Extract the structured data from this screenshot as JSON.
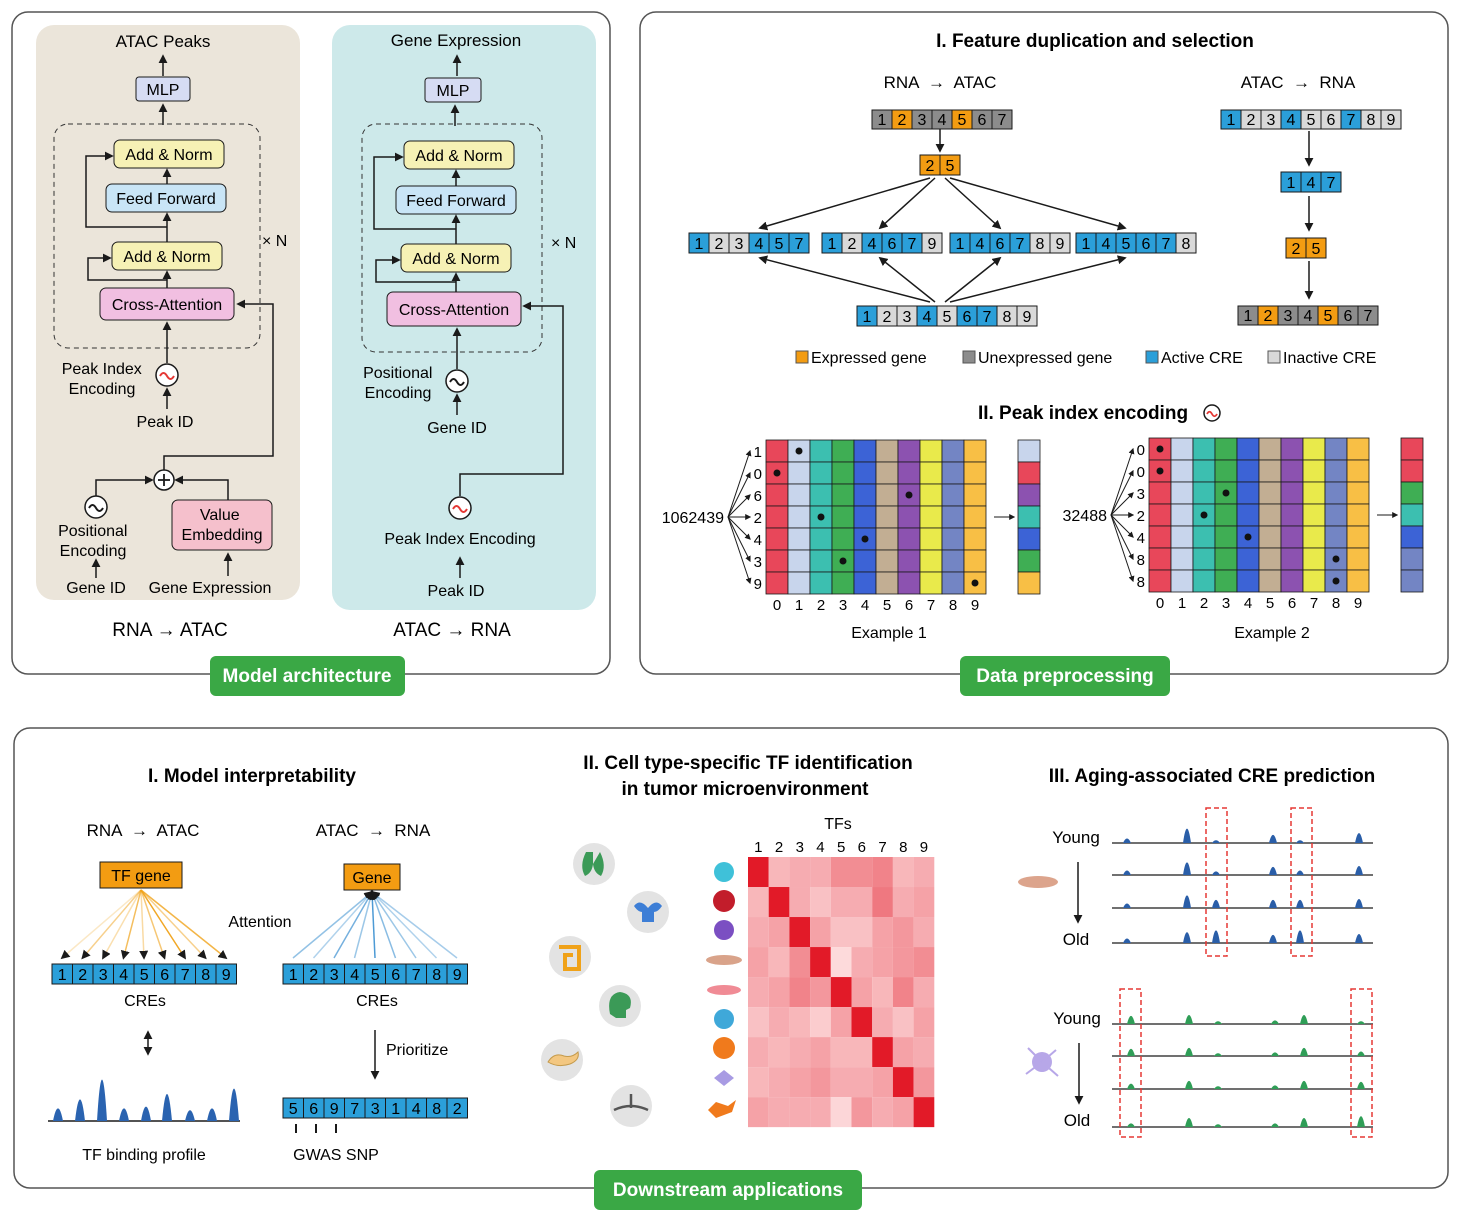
{
  "panel_architecture": {
    "label": "Model architecture",
    "rna_atac": {
      "output": "ATAC Peaks",
      "mlp": "MLP",
      "add_norm": "Add & Norm",
      "feed_forward": "Feed Forward",
      "cross_attention": "Cross-Attention",
      "times_n": "× N",
      "peak_index_encoding": "Peak Index\nEncoding",
      "peak_id": "Peak ID",
      "positional_encoding": "Positional\nEncoding",
      "value_embedding": "Value\nEmbedding",
      "gene_id": "Gene ID",
      "gene_expression": "Gene Expression",
      "caption": "RNA → ATAC"
    },
    "atac_rna": {
      "output": "Gene Expression",
      "mlp": "MLP",
      "add_norm": "Add & Norm",
      "feed_forward": "Feed Forward",
      "cross_attention": "Cross-Attention",
      "times_n": "× N",
      "positional_encoding": "Positional\nEncoding",
      "gene_id": "Gene ID",
      "peak_index_encoding": "Peak Index Encoding",
      "peak_id": "Peak ID",
      "caption": "ATAC → RNA"
    }
  },
  "panel_preprocessing": {
    "label": "Data preprocessing",
    "feature_title": "I. Feature duplication and selection",
    "rna_atac_label": "RNA  →  ATAC",
    "atac_rna_label": "ATAC  →  RNA",
    "rna_seq": [
      "1",
      "2",
      "3",
      "4",
      "5",
      "6",
      "7"
    ],
    "rna_selected": [
      "2",
      "5"
    ],
    "rna_copies": [
      [
        "1",
        "2",
        "3",
        "4",
        "5",
        "7"
      ],
      [
        "1",
        "2",
        "4",
        "6",
        "7",
        "9"
      ],
      [
        "1",
        "4",
        "6",
        "7",
        "8",
        "9"
      ],
      [
        "1",
        "4",
        "5",
        "6",
        "7",
        "8"
      ]
    ],
    "atac_bottom": [
      "1",
      "2",
      "3",
      "4",
      "5",
      "6",
      "7",
      "8",
      "9"
    ],
    "atac_seq": [
      "1",
      "2",
      "3",
      "4",
      "5",
      "6",
      "7",
      "8",
      "9"
    ],
    "atac_selected": [
      "1",
      "4",
      "7"
    ],
    "atac_genes": [
      "2",
      "5"
    ],
    "atac_result": [
      "1",
      "2",
      "3",
      "4",
      "5",
      "6",
      "7"
    ],
    "legend": [
      "Expressed gene",
      "Unexpressed gene",
      "Active CRE",
      "Inactive CRE"
    ],
    "peak_title": "II. Peak index encoding",
    "example1": {
      "id": "1062439",
      "digits": [
        "1",
        "0",
        "6",
        "2",
        "4",
        "3",
        "9"
      ],
      "axis": [
        "0",
        "1",
        "2",
        "3",
        "4",
        "5",
        "6",
        "7",
        "8",
        "9"
      ],
      "caption": "Example 1"
    },
    "example2": {
      "id": "32488",
      "digits": [
        "0",
        "0",
        "3",
        "2",
        "4",
        "8",
        "8"
      ],
      "axis": [
        "0",
        "1",
        "2",
        "3",
        "4",
        "5",
        "6",
        "7",
        "8",
        "9"
      ],
      "caption": "Example 2"
    }
  },
  "panel_downstream": {
    "label": "Downstream applications",
    "interp_title": "I. Model interpretability",
    "rna_atac_label": "RNA  →  ATAC",
    "atac_rna_label": "ATAC  →  RNA",
    "tf_gene": "TF gene",
    "gene": "Gene",
    "attention": "Attention",
    "cre_cells": [
      "1",
      "2",
      "3",
      "4",
      "5",
      "6",
      "7",
      "8",
      "9"
    ],
    "cres": "CREs",
    "prioritize": "Prioritize",
    "prioritized_cells": [
      "5",
      "6",
      "9",
      "7",
      "3",
      "1",
      "4",
      "8",
      "2"
    ],
    "tf_binding": "TF binding profile",
    "gwas": "GWAS SNP",
    "tf_title_1": "II. Cell type-specific TF identification",
    "tf_title_2": "in tumor microenvironment",
    "tfs_label": "TFs",
    "tf_axis": [
      "1",
      "2",
      "3",
      "4",
      "5",
      "6",
      "7",
      "8",
      "9"
    ],
    "aging_title": "III. Aging-associated CRE prediction",
    "young": "Young",
    "old": "Old"
  },
  "colors": {
    "expressed": "#f39c12",
    "unexpressed": "#8c8c8c",
    "active": "#2b9fd9",
    "inactive": "#d9d9d9",
    "section_label": "#3aa845"
  }
}
